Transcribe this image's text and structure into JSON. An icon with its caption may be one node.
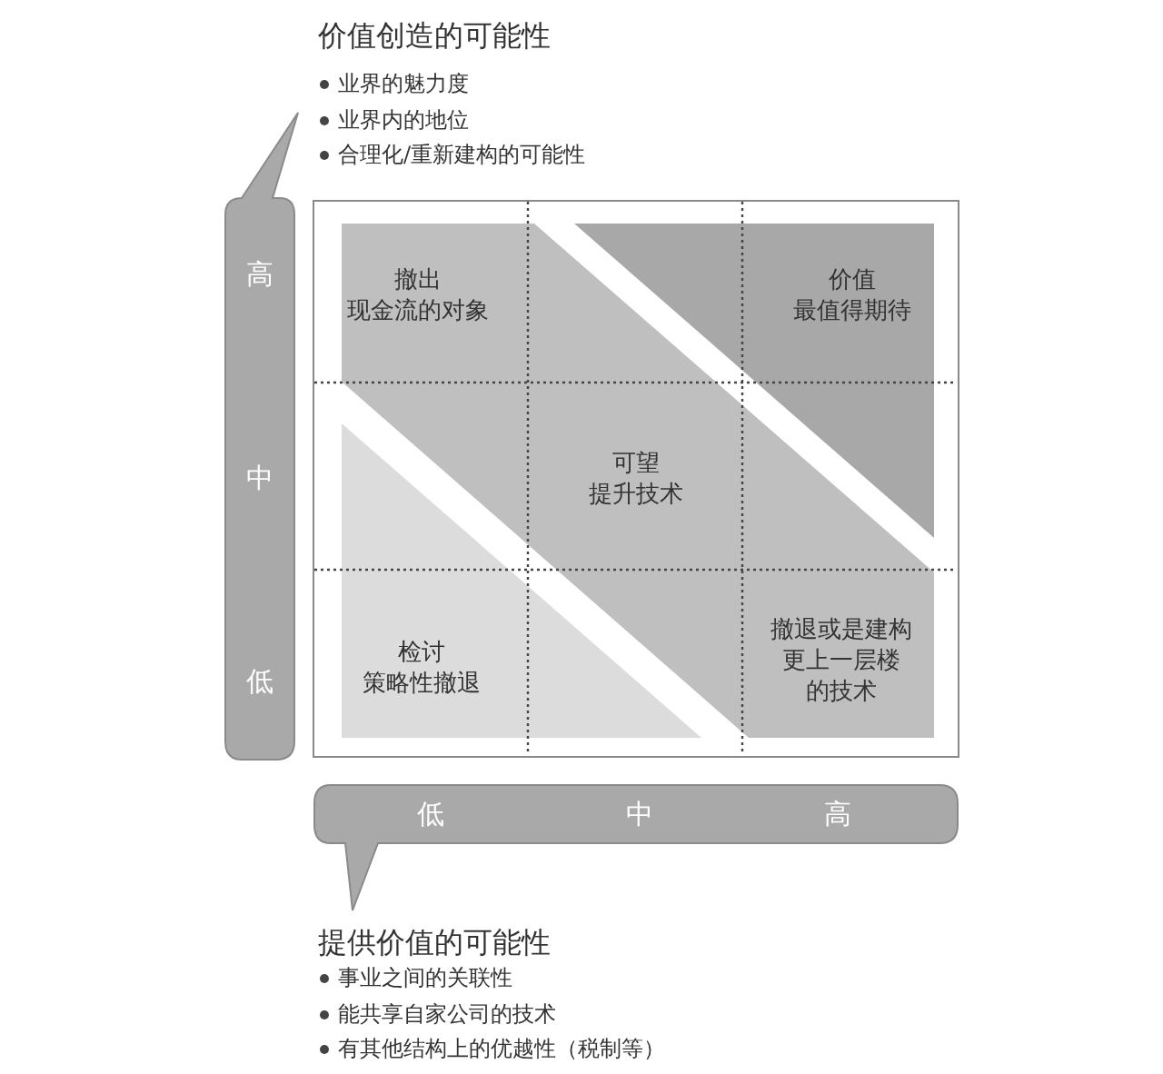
{
  "diagram": {
    "nodes": [
      {
        "text": [
          "高",
          "中",
          "低"
        ],
        "beside": [
          "价值创造的可能性",
          "业界的魅力度",
          "业界内的地位",
          "合理化/重新建构的可能性"
        ]
      },
      {
        "text": [],
        "shape": "box"
      },
      {
        "text": [
          "撤出现金流的对象",
          "可望提升技术",
          "撤退或是建构更上一层楼的技术"
        ],
        "in": 1
      },
      {
        "text": [
          "价值最值得期待"
        ],
        "in": 1
      },
      {
        "text": [
          "检讨策略性撤退"
        ],
        "in": 1
      },
      {
        "text": [
          "低",
          "中",
          "高"
        ],
        "beside": [
          "提供价值的可能性",
          "事业之间的关联性",
          "能共享自家公司的技术",
          "有其他结构上的优越性（税制等）"
        ]
      }
    ]
  }
}
